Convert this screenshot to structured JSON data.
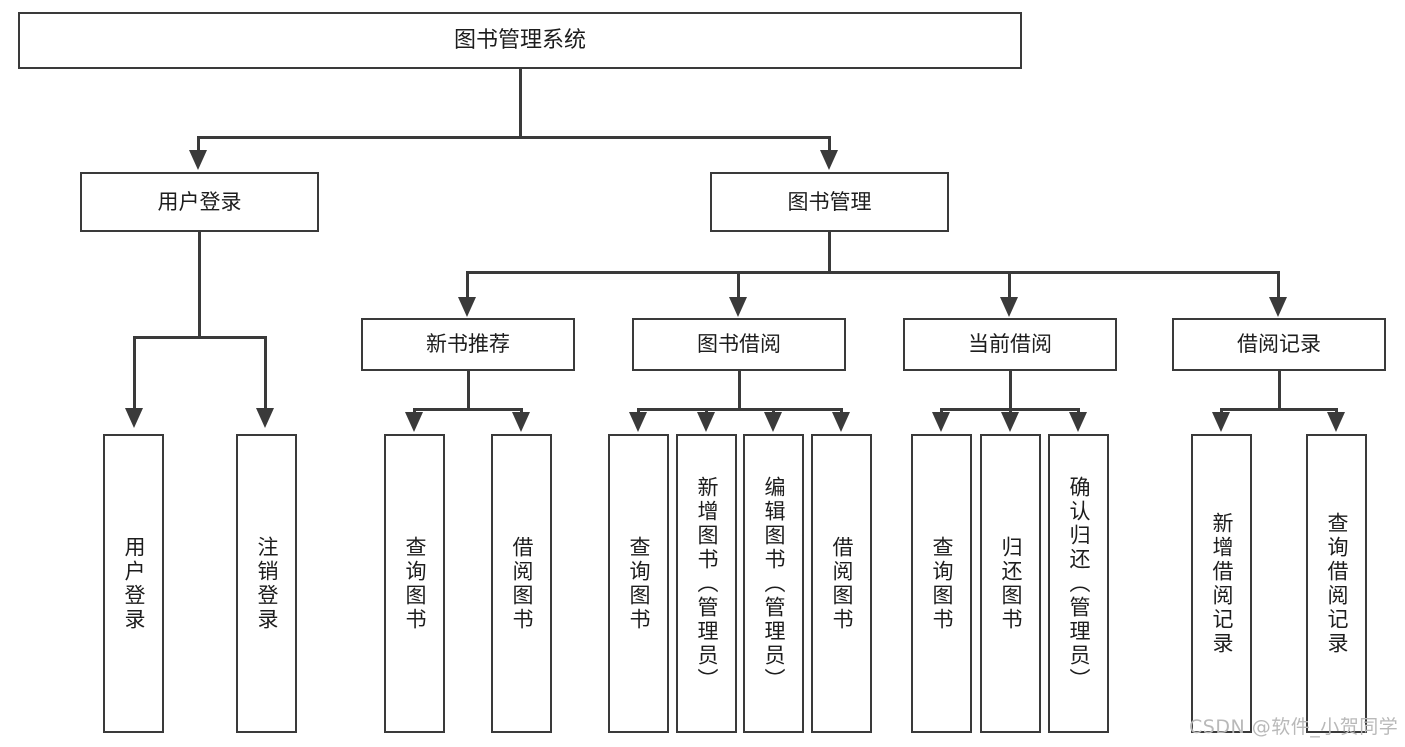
{
  "diagram": {
    "title": "图书管理系统",
    "type": "functional-structure-tree",
    "watermark": "CSDN @软件_小贺同学",
    "colors": {
      "background": "#ffffff",
      "stroke": "#3a3a3a",
      "text": "#1d1d1d",
      "watermark": "#b9b9b9"
    },
    "root": {
      "label": "图书管理系统"
    },
    "level2": [
      {
        "label": "用户登录"
      },
      {
        "label": "图书管理"
      }
    ],
    "level3": [
      {
        "label": "新书推荐"
      },
      {
        "label": "图书借阅"
      },
      {
        "label": "当前借阅"
      },
      {
        "label": "借阅记录"
      }
    ],
    "leaves": {
      "user_login": [
        {
          "label": "用户登录"
        },
        {
          "label": "注销登录"
        }
      ],
      "new_book_recommend": [
        {
          "label": "查询图书"
        },
        {
          "label": "借阅图书"
        }
      ],
      "book_borrow": [
        {
          "label": "查询图书"
        },
        {
          "label": "新增图书（管理员）"
        },
        {
          "label": "编辑图书（管理员）"
        },
        {
          "label": "借阅图书"
        }
      ],
      "current_borrow": [
        {
          "label": "查询图书"
        },
        {
          "label": "归还图书"
        },
        {
          "label": "确认归还（管理员）"
        }
      ],
      "borrow_record": [
        {
          "label": "新增借阅记录"
        },
        {
          "label": "查询借阅记录"
        }
      ]
    }
  }
}
